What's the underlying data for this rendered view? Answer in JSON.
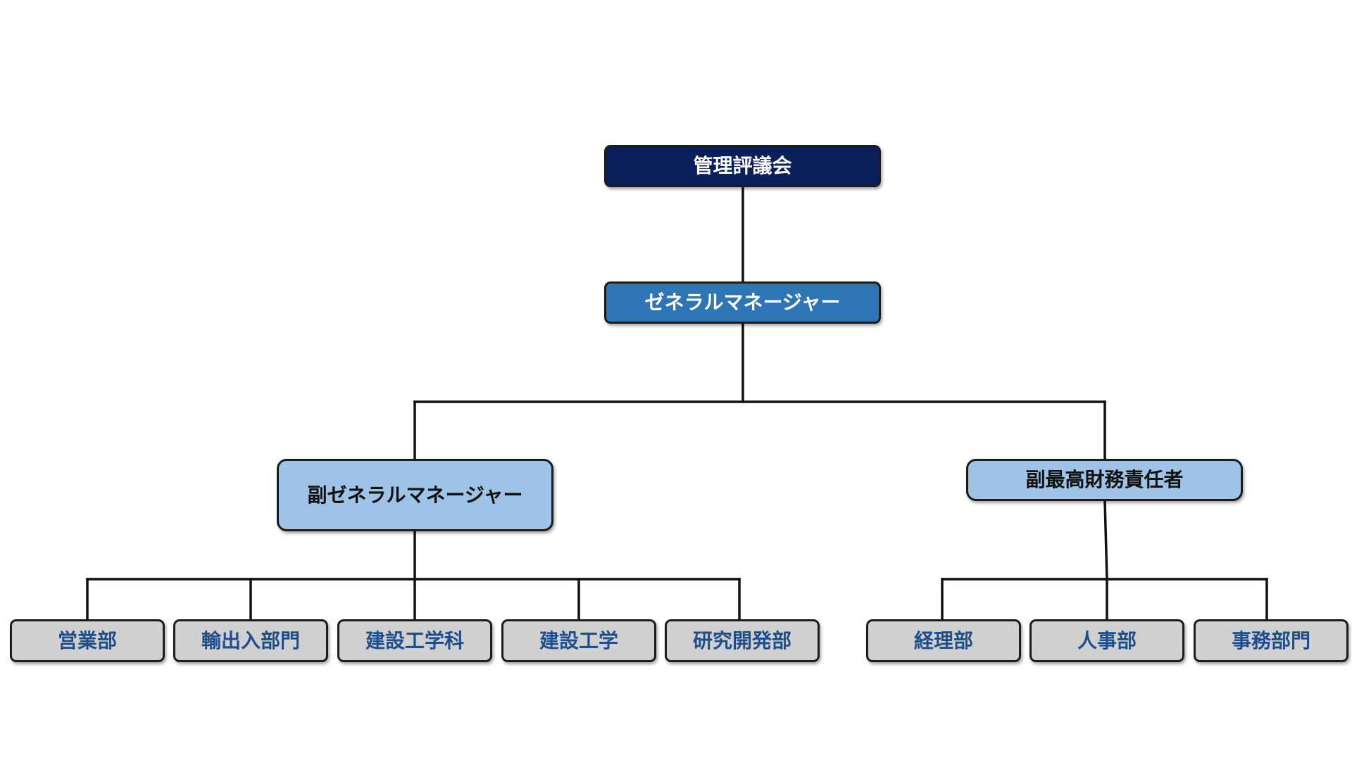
{
  "org_chart": {
    "root": {
      "label": "管理評議会",
      "color": "#0b1f5c"
    },
    "general_manager": {
      "label": "ゼネラルマネージャー",
      "color": "#2e75b6"
    },
    "deputy_gm": {
      "label": "副ゼネラルマネージャー",
      "color": "#9fc3e6",
      "departments": [
        {
          "label": "営業部"
        },
        {
          "label": "輸出入部門"
        },
        {
          "label": "建設工学科"
        },
        {
          "label": "建設工学"
        },
        {
          "label": "研究開発部"
        }
      ]
    },
    "deputy_cfo": {
      "label": "副最高財務責任者",
      "color": "#9fc3e6",
      "departments": [
        {
          "label": "経理部"
        },
        {
          "label": "人事部"
        },
        {
          "label": "事務部門"
        }
      ]
    },
    "department_color": "#d0d0d0",
    "department_text_color": "#1f4e8c"
  }
}
